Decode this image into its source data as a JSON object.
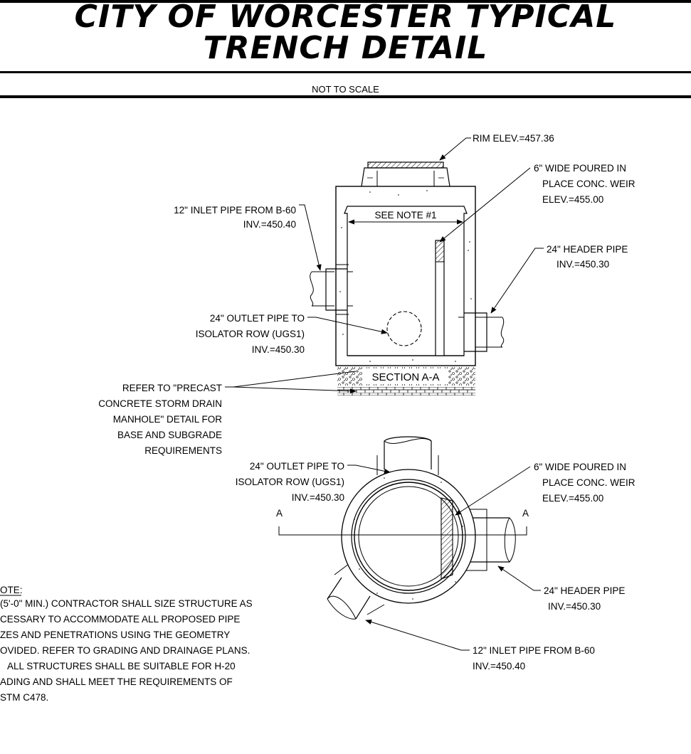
{
  "title": {
    "line1": "CITY OF WORCESTER TYPICAL",
    "line2": "TRENCH DETAIL",
    "scale": "NOT TO SCALE"
  },
  "section": {
    "rim": "RIM ELEV.=457.36",
    "weir": [
      "6\" WIDE POURED IN",
      "PLACE CONC. WEIR",
      "ELEV.=455.00"
    ],
    "inlet": [
      "12\" INLET PIPE FROM B-60",
      "INV.=450.40"
    ],
    "see_note": "SEE NOTE #1",
    "header": [
      "24\" HEADER PIPE",
      "INV.=450.30"
    ],
    "outlet": [
      "24\" OUTLET PIPE TO",
      "ISOLATOR ROW (UGS1)",
      "INV.=450.30"
    ],
    "section_label": "SECTION A-A",
    "refer": [
      "REFER TO \"PRECAST",
      "CONCRETE STORM DRAIN",
      "MANHOLE\" DETAIL FOR",
      "BASE AND SUBGRADE",
      "REQUIREMENTS"
    ]
  },
  "plan": {
    "outlet": [
      "24\" OUTLET PIPE TO",
      "ISOLATOR ROW (UGS1)",
      "INV.=450.30"
    ],
    "weir": [
      "6\" WIDE POURED IN",
      "PLACE CONC. WEIR",
      "ELEV.=455.00"
    ],
    "cut_left": "A",
    "cut_right": "A",
    "header": [
      "24\" HEADER PIPE",
      "INV.=450.30"
    ],
    "inlet": [
      "12\" INLET PIPE FROM B-60",
      "INV.=450.40"
    ]
  },
  "note": {
    "heading": "OTE:",
    "lines": [
      "(5'-0\" MIN.) CONTRACTOR SHALL SIZE STRUCTURE AS",
      "CESSARY TO ACCOMMODATE ALL PROPOSED PIPE",
      "ZES AND PENETRATIONS USING THE GEOMETRY",
      "OVIDED.  REFER TO GRADING AND DRAINAGE PLANS.",
      "ALL STRUCTURES SHALL BE SUITABLE FOR H-20",
      "ADING AND SHALL MEET THE REQUIREMENTS OF",
      "STM C478."
    ]
  }
}
